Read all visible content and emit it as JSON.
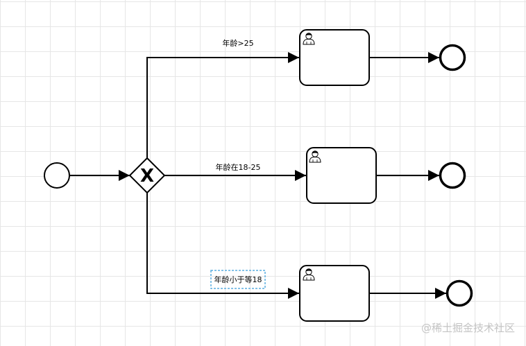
{
  "diagram": {
    "flows": {
      "top_label": "年龄>25",
      "middle_label": "年龄在18-25",
      "bottom_label": "年龄小于等18"
    },
    "gateway": {
      "type": "exclusive",
      "symbol": "X"
    },
    "tasks": [
      {
        "type": "user-task",
        "icon": "user-icon"
      },
      {
        "type": "user-task",
        "icon": "user-icon"
      },
      {
        "type": "user-task",
        "icon": "user-icon"
      }
    ],
    "selection_color": "#5aaee0"
  },
  "watermark": "@稀土掘金技术社区"
}
